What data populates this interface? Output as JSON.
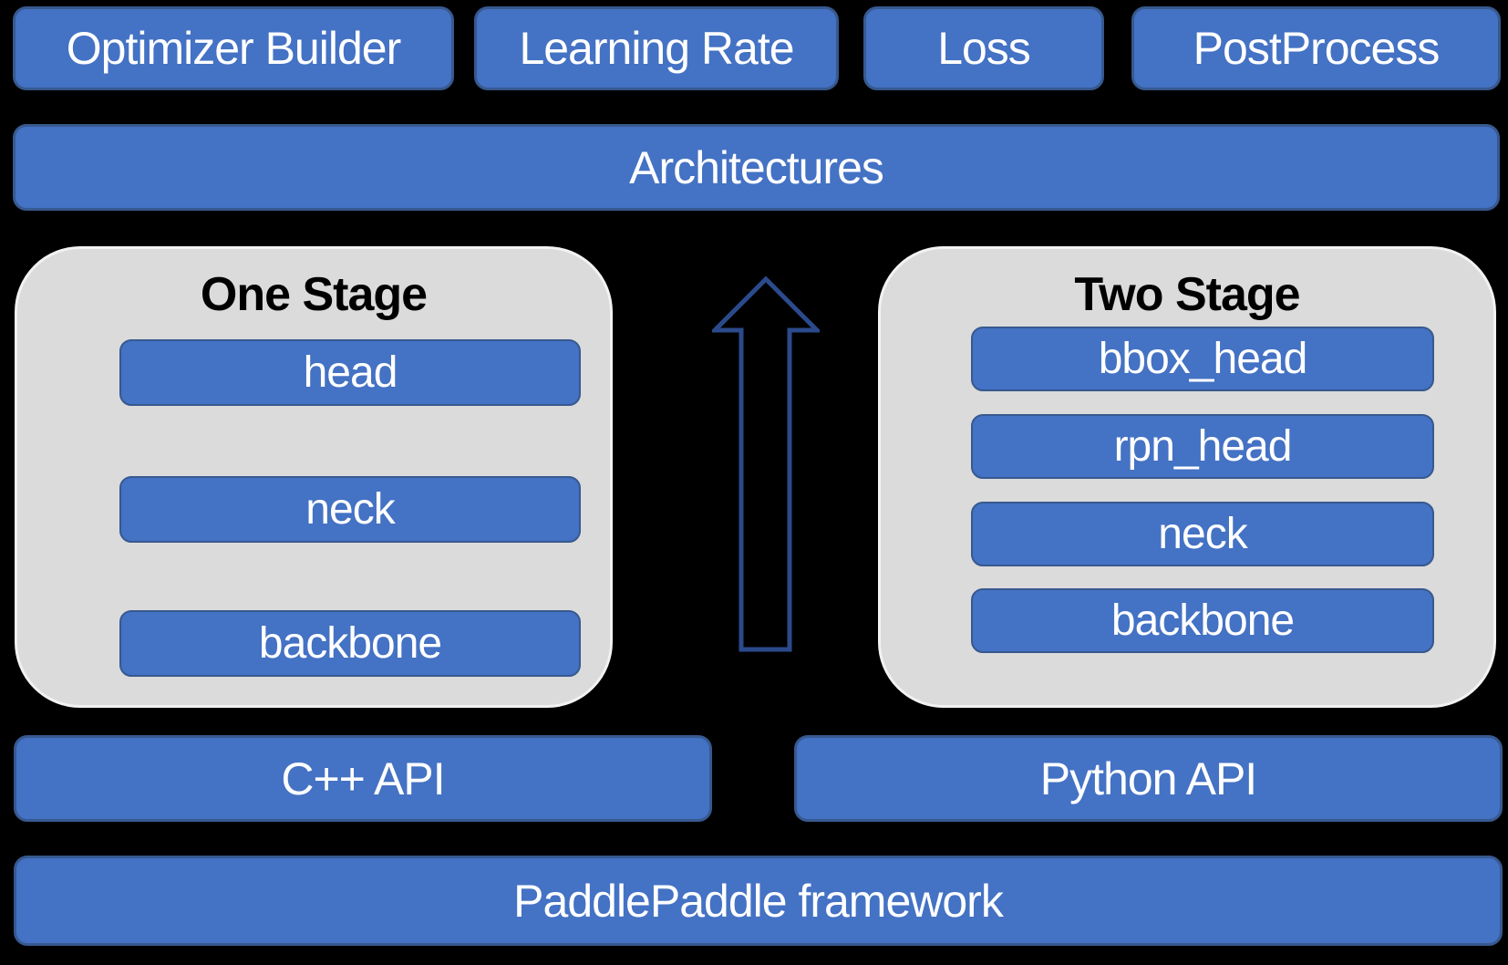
{
  "diagram": {
    "background": "#000000"
  },
  "colors": {
    "box_fill": "#4472C4",
    "box_border": "#37598F",
    "container_fill": "#DBDBDB",
    "container_border": "#F2F2F2",
    "box_text": "#FFFFFF",
    "title_text": "#000000",
    "arrow_stroke": "#2B4A8B"
  },
  "top_row": {
    "items": [
      {
        "label": "Optimizer Builder"
      },
      {
        "label": "Learning Rate"
      },
      {
        "label": "Loss"
      },
      {
        "label": "PostProcess"
      }
    ]
  },
  "architectures": {
    "label": "Architectures"
  },
  "stages": {
    "one_stage": {
      "title": "One Stage",
      "layers": [
        "head",
        "neck",
        "backbone"
      ]
    },
    "two_stage": {
      "title": "Two Stage",
      "layers": [
        "bbox_head",
        "rpn_head",
        "neck",
        "backbone"
      ]
    }
  },
  "arrow": {
    "icon": "up-arrow"
  },
  "api_row": {
    "cpp": {
      "label": "C++ API"
    },
    "python": {
      "label": "Python API"
    }
  },
  "framework": {
    "label": "PaddlePaddle framework"
  }
}
